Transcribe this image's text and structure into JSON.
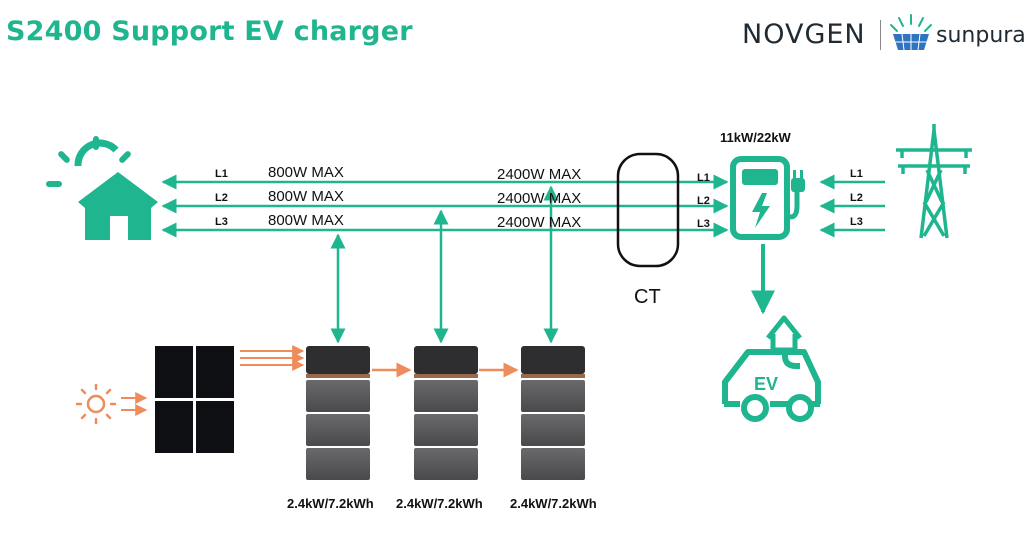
{
  "title": "S2400 Support EV charger",
  "logos": {
    "brand_left": "NOVGEN",
    "brand_right": "sunpura"
  },
  "house_lines": [
    {
      "phase": "L1",
      "limit": "800W MAX"
    },
    {
      "phase": "L2",
      "limit": "800W MAX"
    },
    {
      "phase": "L3",
      "limit": "800W MAX"
    }
  ],
  "grid_side_limits": [
    "2400W MAX",
    "2400W MAX",
    "2400W MAX"
  ],
  "ct_label": "CT",
  "charger": {
    "rating": "11kW/22kW",
    "phases": [
      "L1",
      "L2",
      "L3"
    ]
  },
  "grid_phases": [
    "L1",
    "L2",
    "L3"
  ],
  "ev_label": "EV",
  "batteries": [
    "2.4kW/7.2kWh",
    "2.4kW/7.2kWh",
    "2.4kW/7.2kWh"
  ],
  "colors": {
    "green": "#1fb58f",
    "orange": "#ee8c5c",
    "dark": "#1f2a33",
    "battery": "#5a5a5c"
  }
}
